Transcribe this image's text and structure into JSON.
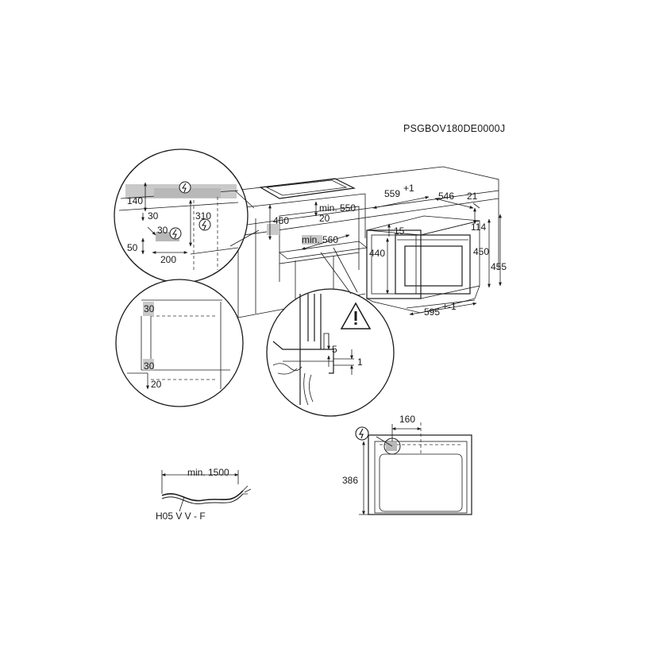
{
  "model_code": "PSGBOV180DE0000J",
  "dimensions": {
    "top_depth": "559",
    "top_depth_tolerance": "+1",
    "depth_546": "546",
    "front_21": "21",
    "panel_114": "114",
    "inner_15": "15",
    "height_440": "440",
    "height_450": "450",
    "height_455": "455",
    "width_595": "595",
    "width_tolerance": "+-1",
    "niche_460": "460",
    "niche_min_550": "min. 550",
    "niche_20": "20",
    "niche_min_560": "min. 560",
    "detail_140": "140",
    "detail_30a": "30",
    "detail_310": "310",
    "detail_30b": "30",
    "detail_50": "50",
    "detail_200": "200",
    "side_30_top": "30",
    "side_30_bottom": "30",
    "side_20": "20",
    "gap_5": "5",
    "gap_1": "1",
    "socket_160": "160",
    "socket_386": "386",
    "cable_length": "min. 1500",
    "cable_type": "H05 V V - F"
  },
  "icons": {
    "electric": "electric-plug-icon",
    "warning": "warning-triangle-icon"
  }
}
